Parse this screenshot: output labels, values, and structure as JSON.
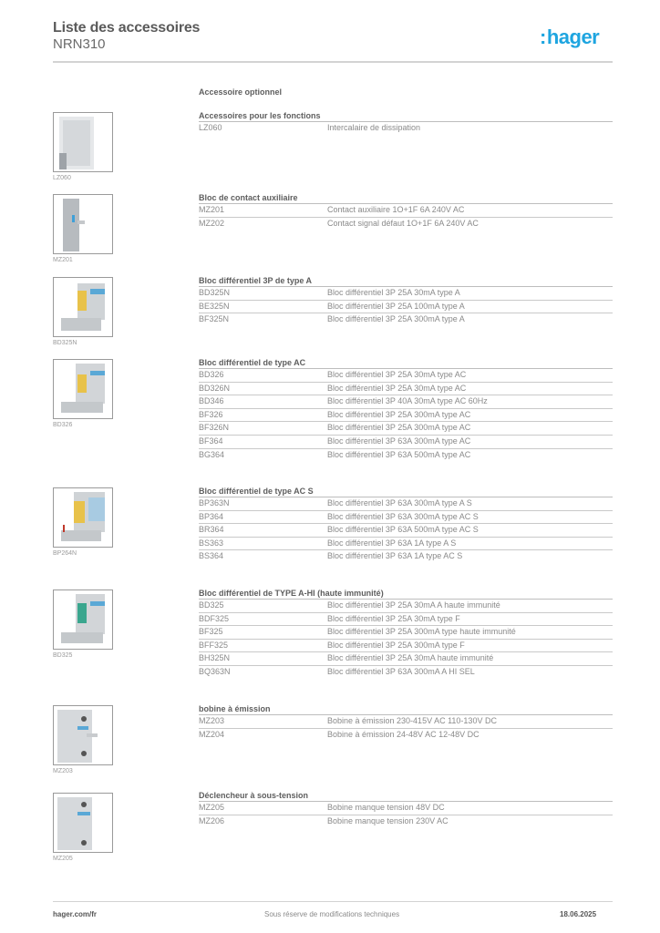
{
  "header": {
    "title": "Liste des accessoires",
    "subtitle": "NRN310",
    "logo": "hager",
    "brand_color": "#1ea5e0"
  },
  "optional_title": "Accessoire optionnel",
  "sections": [
    {
      "title": "Accessoires pour les fonctions",
      "image_label": "LZ060",
      "rows": [
        {
          "ref": "LZ060",
          "desc": "Intercalaire de dissipation"
        }
      ]
    },
    {
      "title": "Bloc de contact auxiliaire",
      "image_label": "MZ201",
      "rows": [
        {
          "ref": "MZ201",
          "desc": "Contact auxiliaire 1O+1F 6A 240V AC"
        },
        {
          "ref": "MZ202",
          "desc": "Contact signal défaut 1O+1F 6A 240V AC"
        }
      ]
    },
    {
      "title": "Bloc différentiel 3P de type A",
      "image_label": "BD325N",
      "rows": [
        {
          "ref": "BD325N",
          "desc": "Bloc différentiel 3P 25A 30mA type A"
        },
        {
          "ref": "BE325N",
          "desc": "Bloc différentiel 3P 25A 100mA type A"
        },
        {
          "ref": "BF325N",
          "desc": "Bloc différentiel 3P 25A 300mA type A"
        }
      ]
    },
    {
      "title": "Bloc différentiel de type AC",
      "image_label": "BD326",
      "rows": [
        {
          "ref": "BD326",
          "desc": "Bloc différentiel 3P 25A 30mA type AC"
        },
        {
          "ref": "BD326N",
          "desc": "Bloc différentiel 3P 25A 30mA type AC"
        },
        {
          "ref": "BD346",
          "desc": "Bloc différentiel 3P 40A 30mA type AC 60Hz"
        },
        {
          "ref": "BF326",
          "desc": "Bloc différentiel 3P 25A 300mA type AC"
        },
        {
          "ref": "BF326N",
          "desc": "Bloc différentiel 3P 25A 300mA type AC"
        },
        {
          "ref": "BF364",
          "desc": "Bloc différentiel 3P 63A 300mA type AC"
        },
        {
          "ref": "BG364",
          "desc": "Bloc différentiel 3P 63A 500mA type AC"
        }
      ]
    },
    {
      "title": "Bloc différentiel de type AC S",
      "image_label": "BP264N",
      "rows": [
        {
          "ref": "BP363N",
          "desc": "Bloc différentiel 3P 63A 300mA type A S"
        },
        {
          "ref": "BP364",
          "desc": "Bloc différentiel 3P 63A 300mA type AC S"
        },
        {
          "ref": "BR364",
          "desc": "Bloc différentiel 3P 63A 500mA type AC S"
        },
        {
          "ref": "BS363",
          "desc": "Bloc différentiel 3P 63A 1A type A S"
        },
        {
          "ref": "BS364",
          "desc": "Bloc différentiel 3P 63A 1A type AC S"
        }
      ]
    },
    {
      "title": "Bloc différentiel de TYPE A-HI (haute immunité)",
      "image_label": "BD325",
      "rows": [
        {
          "ref": "BD325",
          "desc": "Bloc différentiel 3P 25A 30mA A haute immunité"
        },
        {
          "ref": "BDF325",
          "desc": "Bloc différentiel 3P 25A 30mA type F"
        },
        {
          "ref": "BF325",
          "desc": "Bloc différentiel 3P 25A 300mA type haute immunité"
        },
        {
          "ref": "BFF325",
          "desc": "Bloc différentiel 3P 25A 300mA type F"
        },
        {
          "ref": "BH325N",
          "desc": "Bloc différentiel 3P 25A 30mA haute immunité"
        },
        {
          "ref": "BQ363N",
          "desc": "Bloc différentiel 3P 63A 300mA  A HI SEL"
        }
      ]
    },
    {
      "title": "bobine à émission",
      "image_label": "MZ203",
      "rows": [
        {
          "ref": "MZ203",
          "desc": "Bobine à émission 230-415V AC 110-130V DC"
        },
        {
          "ref": "MZ204",
          "desc": "Bobine à émission 24-48V AC 12-48V DC"
        }
      ]
    },
    {
      "title": "Déclencheur à sous-tension",
      "image_label": "MZ205",
      "rows": [
        {
          "ref": "MZ205",
          "desc": "Bobine manque tension 48V DC"
        },
        {
          "ref": "MZ206",
          "desc": "Bobine manque tension 230V AC"
        }
      ]
    }
  ],
  "footer": {
    "website": "hager.com/fr",
    "notice": "Sous réserve de modifications techniques",
    "date": "18.06.2025"
  }
}
